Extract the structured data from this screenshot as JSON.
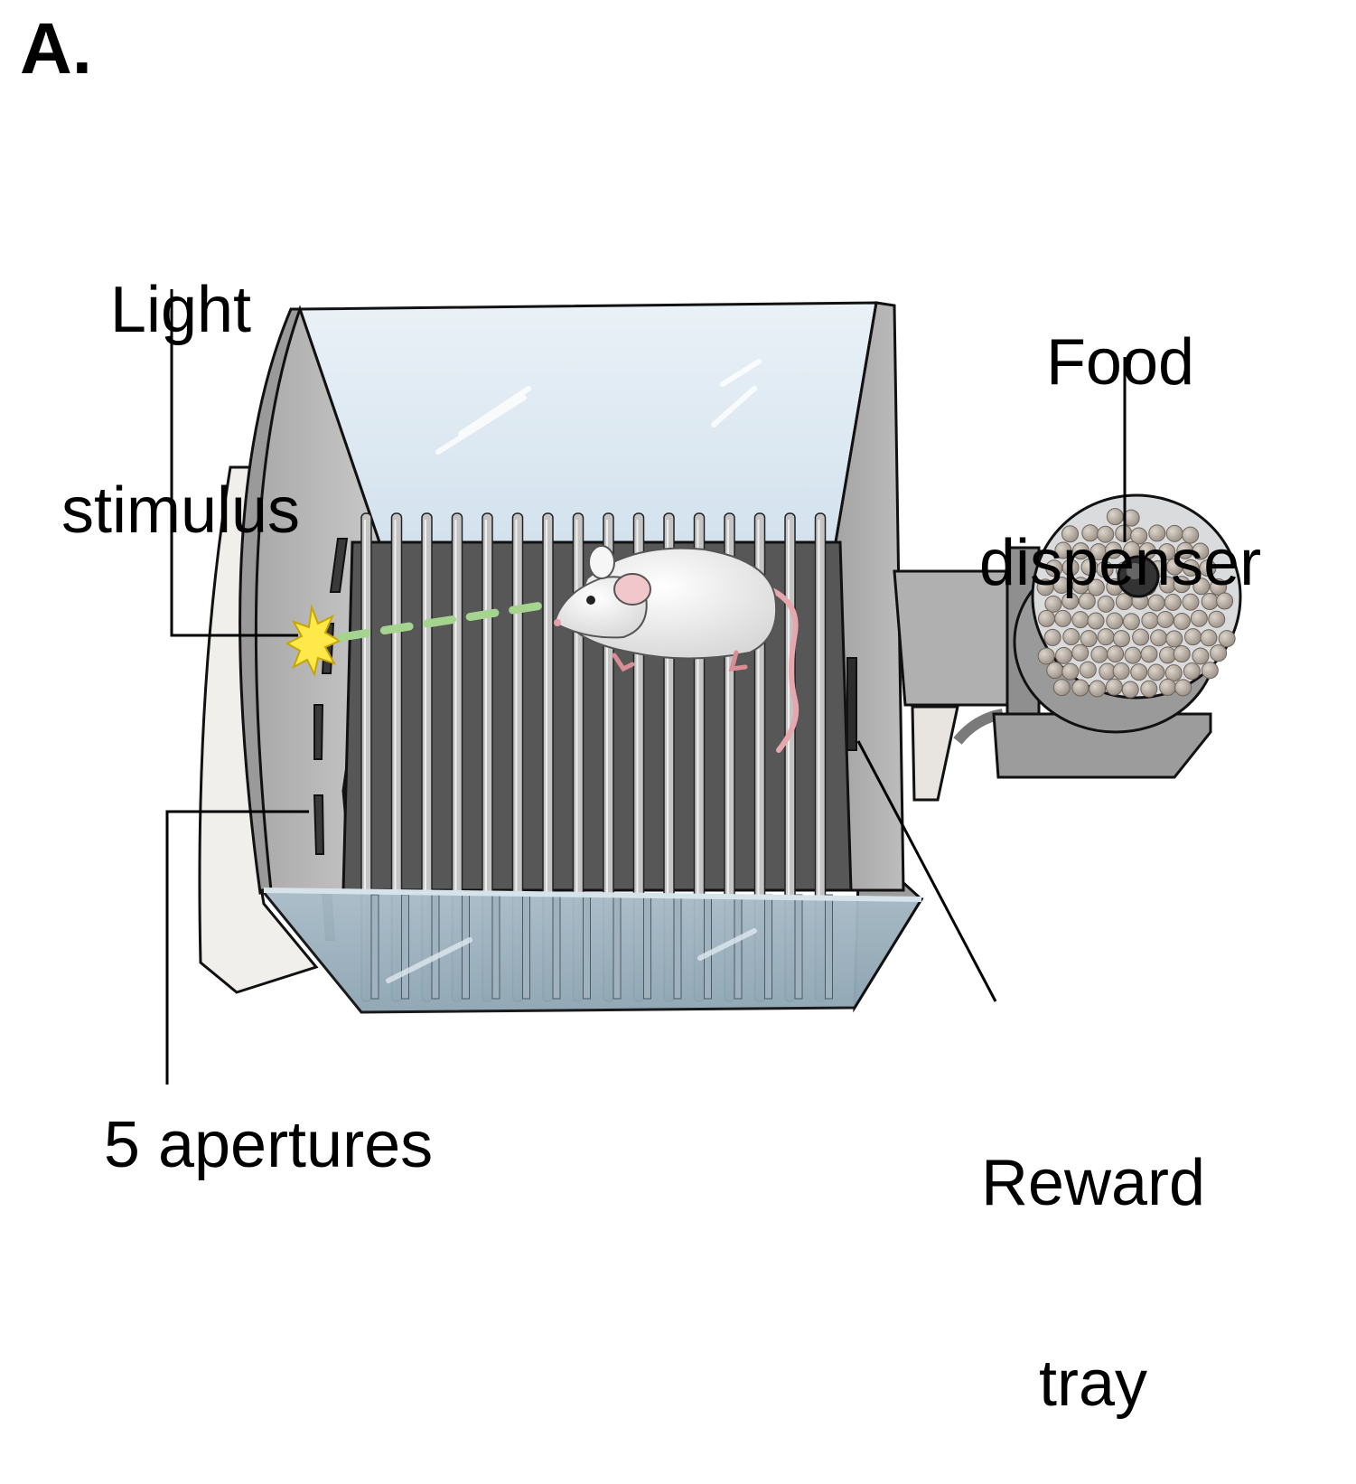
{
  "panel_label": "A.",
  "labels": {
    "light_stimulus": [
      "Light",
      "stimulus"
    ],
    "food_dispenser": [
      "Food",
      "dispenser"
    ],
    "reward_tray": [
      "Reward",
      "tray"
    ],
    "apertures": "5 apertures"
  },
  "colors": {
    "chamber_wall": "#b3b3b3",
    "chamber_frame": "#9d9d9d",
    "floor": "#575757",
    "grid_bar": "#c4c4c4",
    "window": "#dce8f2",
    "front_glass": "#93a9b6",
    "light_flash": "#ffe94a",
    "beam": "#a5d48f",
    "mouse": "#f4f4f4",
    "mouse_tail": "#e6a7ad",
    "pellet": "#c8beb4"
  }
}
